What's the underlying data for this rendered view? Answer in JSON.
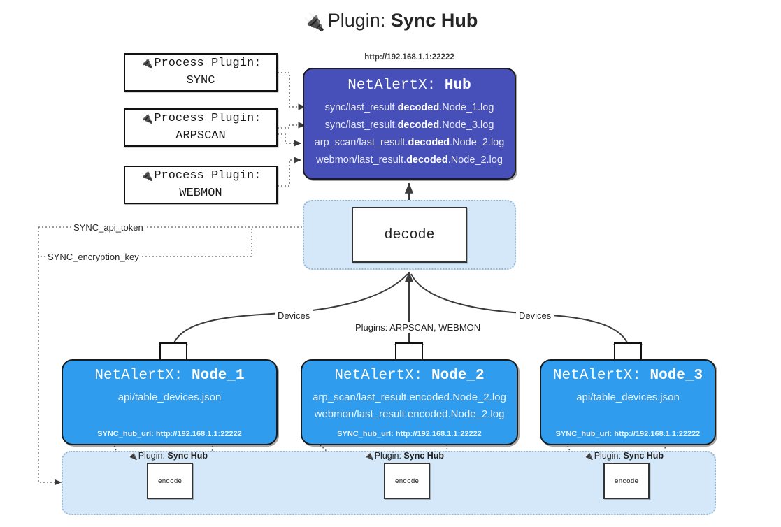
{
  "title": {
    "icon": "plug-icon",
    "prefix": "Plugin:",
    "name": "Sync Hub"
  },
  "process_plugins": [
    {
      "line1": "Process Plugin:",
      "line2": "SYNC",
      "icon": "plug-icon"
    },
    {
      "line1": "Process Plugin:",
      "line2": "ARPSCAN",
      "icon": "plug-icon"
    },
    {
      "line1": "Process Plugin:",
      "line2": "WEBMON",
      "icon": "plug-icon"
    }
  ],
  "hub": {
    "url": "http://192.168.1.1:22222",
    "title_prefix": "NetAlertX:",
    "title_name": "Hub",
    "logs": [
      {
        "pre": "sync/last_result.",
        "em": "decoded",
        "post": ".Node_1.log"
      },
      {
        "pre": "sync/last_result.",
        "em": "decoded",
        "post": ".Node_3.log"
      },
      {
        "pre": "arp_scan/last_result.",
        "em": "decoded",
        "post": ".Node_2.log"
      },
      {
        "pre": "webmon/last_result.",
        "em": "decoded",
        "post": ".Node_2.log"
      }
    ]
  },
  "decode": {
    "label": "decode"
  },
  "secrets": {
    "api_token": "SYNC_api_token",
    "encryption_key": "SYNC_encryption_key"
  },
  "edges": {
    "devices_left": "Devices",
    "devices_right": "Devices",
    "plugins": "Plugins: ARPSCAN, WEBMON"
  },
  "nodes": [
    {
      "title_prefix": "NetAlertX:",
      "title_name": "Node_1",
      "lines": [
        "api/table_devices.json"
      ],
      "footer": "SYNC_hub_url: http://192.168.1.1:22222",
      "icon": "envelope-icon"
    },
    {
      "title_prefix": "NetAlertX:",
      "title_name": "Node_2",
      "lines": [
        "arp_scan/last_result.encoded.Node_2.log",
        "webmon/last_result.encoded.Node_2.log"
      ],
      "footer": "SYNC_hub_url: http://192.168.1.1:22222",
      "icon": "envelope-icon"
    },
    {
      "title_prefix": "NetAlertX:",
      "title_name": "Node_3",
      "lines": [
        "api/table_devices.json"
      ],
      "footer": "SYNC_hub_url: http://192.168.1.1:22222",
      "icon": "envelope-icon"
    }
  ],
  "sync_hub_plugins": [
    {
      "icon": "plug-icon",
      "prefix": "Plugin:",
      "name": "Sync Hub",
      "box_label": "encode"
    },
    {
      "icon": "plug-icon",
      "prefix": "Plugin:",
      "name": "Sync Hub",
      "box_label": "encode"
    },
    {
      "icon": "plug-icon",
      "prefix": "Plugin:",
      "name": "Sync Hub",
      "box_label": "encode"
    }
  ],
  "colors": {
    "hub_fill": "#4750b8",
    "node_fill": "#2f9ced",
    "container_fill": "#d5e8fa",
    "container_border": "#9ab6cf",
    "stroke": "#3b3b3b",
    "page_bg": "#ffffff"
  }
}
